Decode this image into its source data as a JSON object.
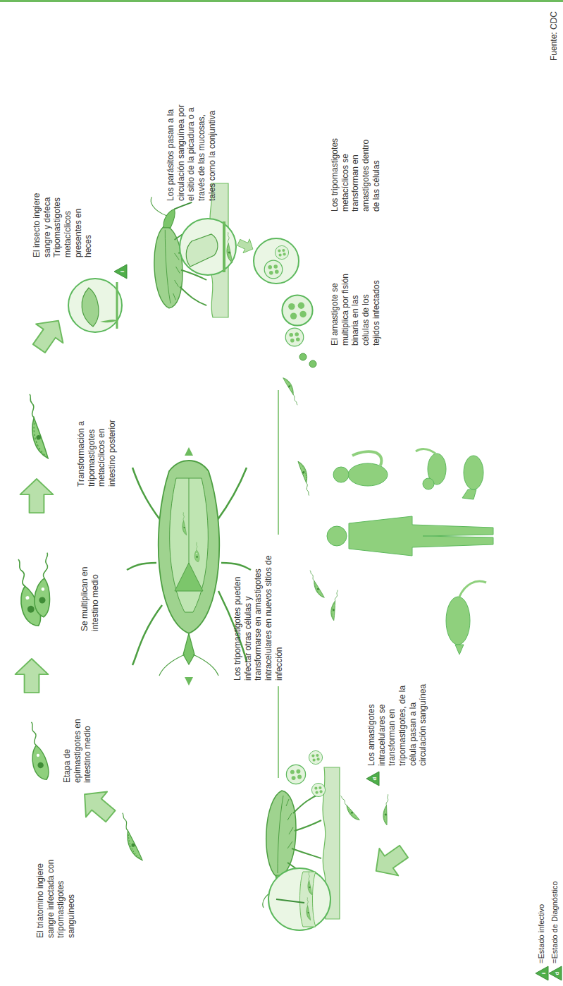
{
  "diagram": {
    "labels": [
      "El triatomino ingiere sangre infectada con tripomastigotes sanguíneos",
      "Etapa de epimastigotes en intestino medio",
      "Se multiplican en intestino medio",
      "Transformación a tripomastigotes metacíclicos en intestino posterior",
      "El insecto ingiere sangre y defeca Tripomastigotes metacíclicos presentes en heces",
      "Los parásitos pasan a la circulación sanguínea por el sitio de la picadura o a través de las mucosas, tales como la conjuntiva",
      "Los tripomastigotes metacíclicos se transforman en amastigotes dentro de las células",
      "El amastigote se multiplica por fisión binaria en las células de los tejidos infectados",
      "Los tripomastigotes pueden infectar otras células y transformarse en amastigotes intracelulares en nuevos sitios de infección",
      "Los amastigotes intracelulares se transforman en tripomastigotes, de la célula pasan a la circulación sanguínea",
      "i",
      "d",
      "i",
      "d",
      "Fuente: CDC"
    ],
    "legend": [
      {
        "text": "=Estado infectivo"
      },
      {
        "text": "=Estado de Diagnóstico"
      }
    ]
  }
}
